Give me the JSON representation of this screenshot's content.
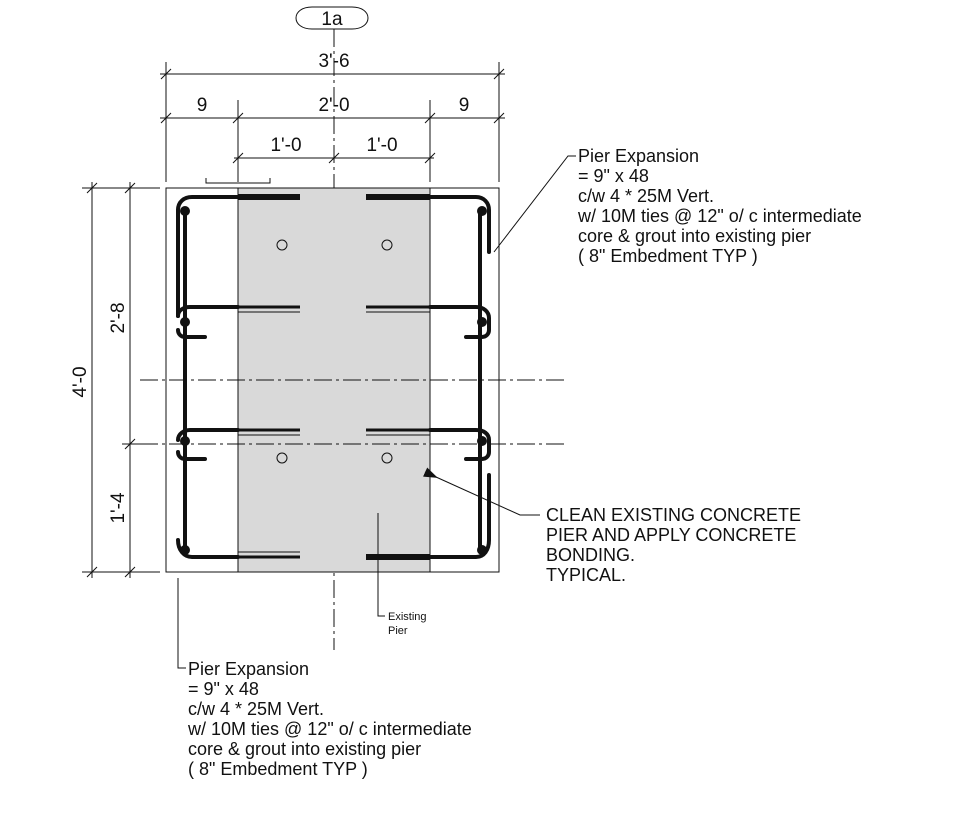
{
  "section_tag": "1a",
  "dimensions": {
    "overall_width": "3'-6",
    "left_offset": "9",
    "center_width": "2'-0",
    "right_offset": "9",
    "half_left": "1'-0",
    "half_right": "1'-0",
    "overall_height": "4'-0",
    "upper_height": "2'-8",
    "lower_height": "1'-4"
  },
  "note_right": {
    "lines": [
      "Pier Expansion",
      "= 9\" x 48",
      "c/w 4 * 25M Vert.",
      "w/  10M ties @    12\" o/ c intermediate",
      "core & grout into existing pier",
      "( 8\" Embedment TYP )"
    ]
  },
  "note_bottom": {
    "lines": [
      "Pier Expansion",
      "= 9\" x 48",
      "c/w 4 * 25M Vert.",
      "w/  10M ties @    12\" o/ c intermediate",
      "core & grout into existing pier",
      "( 8\" Embedment TYP )"
    ]
  },
  "note_clean": {
    "lines": [
      "CLEAN EXISTING CONCRETE",
      "PIER AND APPLY CONCRETE",
      "BONDING.",
      "TYPICAL."
    ]
  },
  "existing_pier_label": {
    "lines": [
      "Existing",
      "Pier"
    ]
  },
  "colors": {
    "existing_pier_fill": "#d9d9d9",
    "line": "#111111"
  }
}
